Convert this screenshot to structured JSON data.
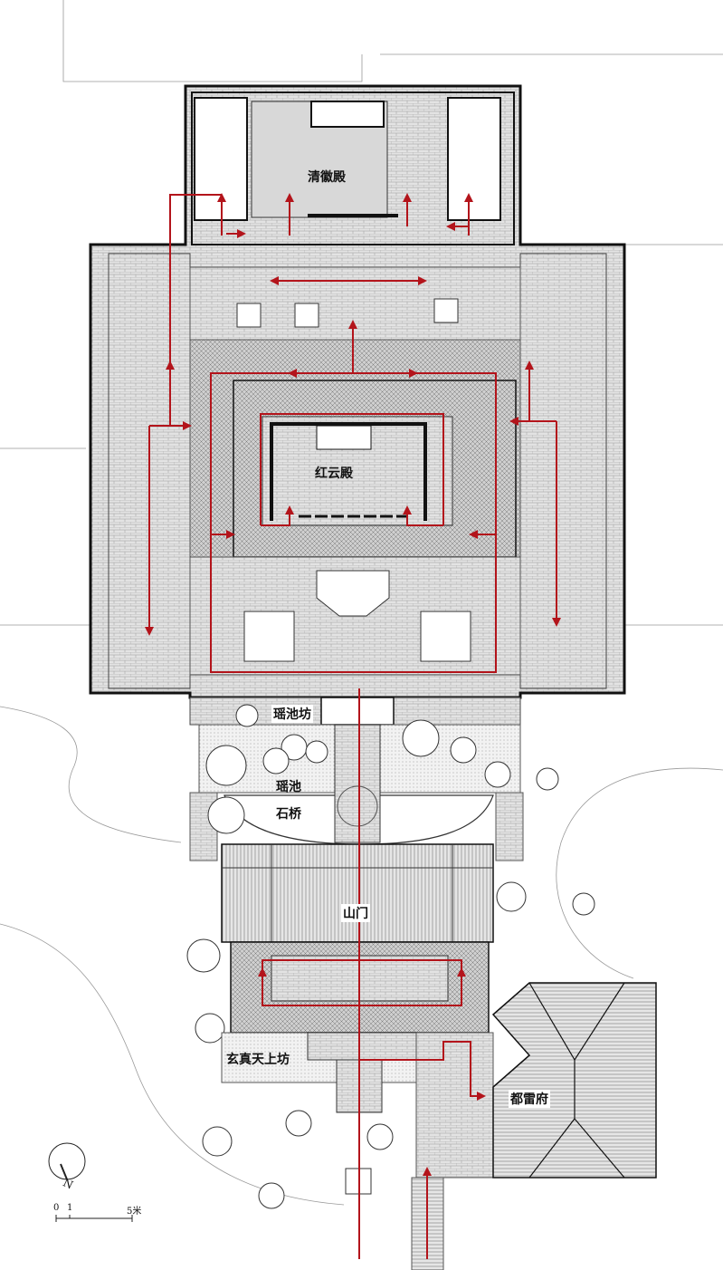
{
  "labels": {
    "qinghui_hall": "清徽殿",
    "hongyun_hall": "红云殿",
    "yaochi_arch": "瑶池坊",
    "yaochi_bridge_1": "瑶池",
    "yaochi_bridge_2": "石桥",
    "mountain_gate": "山门",
    "xuanzhen_arch": "玄真天上坊",
    "dulei_mansion": "都雷府"
  },
  "compass": {
    "north": "N"
  },
  "scale_bar": {
    "ticks": [
      "0",
      "1",
      "5米"
    ]
  },
  "colors": {
    "route": "#b3141b",
    "paving": "#d9d9d9",
    "roof": "#c8c8c8",
    "line": "#222222"
  }
}
